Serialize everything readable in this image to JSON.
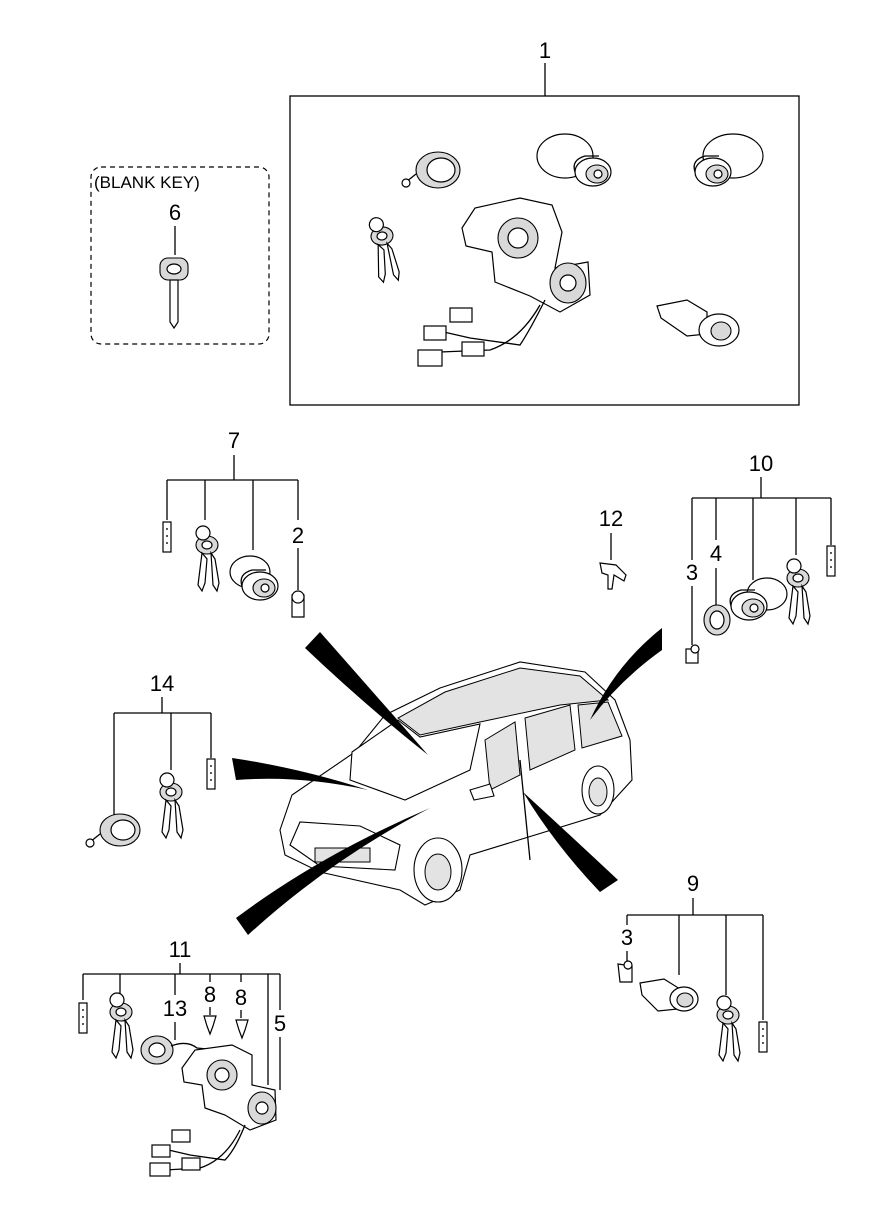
{
  "diagram": {
    "blank_key_label": "(BLANK KEY)",
    "callouts": {
      "c1": "1",
      "c6": "6",
      "c7": "7",
      "c2": "2",
      "c12": "12",
      "c10": "10",
      "c3_right": "3",
      "c4": "4",
      "c14": "14",
      "c9": "9",
      "c3_bottom": "3",
      "c11": "11",
      "c13": "13",
      "c8_a": "8",
      "c8_b": "8",
      "c5": "5"
    }
  }
}
